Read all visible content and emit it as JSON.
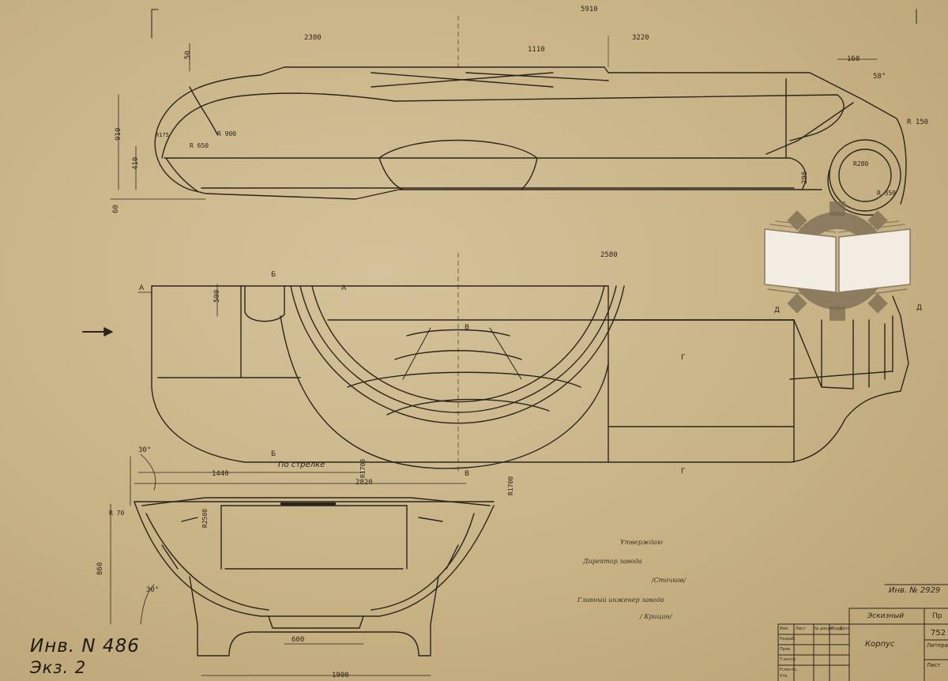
{
  "dimensions": {
    "d5910": "5910",
    "d2380": "2380",
    "d1110": "1110",
    "d3220": "3220",
    "d160": "160",
    "d58deg": "58°",
    "d50": "50",
    "r150": "R 150",
    "d910": "910",
    "d410": "410",
    "r175": "R175",
    "r650": "R 650",
    "r900": "R 900",
    "r280": "R280",
    "r350": "R 350",
    "d296": "296",
    "d60": "60",
    "d2580": "2580",
    "d500": "500",
    "d30a": "30°",
    "d1440": "1440",
    "d2820": "2820",
    "r1700a": "R1700",
    "r1700b": "R1700",
    "r70": "R 70",
    "r2500": "R2500",
    "d860": "860",
    "d30b": "30°",
    "d600": "600",
    "d1900": "1900"
  },
  "section_marks": {
    "a": "A",
    "a2": "A",
    "b": "Б",
    "b2": "Б",
    "v": "В",
    "v2": "В",
    "g": "Г",
    "g2": "Г",
    "d": "Д",
    "d2": "Д"
  },
  "labels": {
    "arrow_view": "По стрелке"
  },
  "approval": {
    "approved": "Утверждаю",
    "director": "Директор завода",
    "director_name": "/Сточков/",
    "chief_engineer": "Главный инженер завода",
    "engineer_name": "/ Крицин/"
  },
  "inventory": {
    "inv_no": "Инв. N 486",
    "copy": "Экз. 2",
    "stamp": "Инв. № 2929"
  },
  "title_block": {
    "sketch_label": "Эскизный",
    "sketch_cont": "Пр",
    "part_name": "Корпус",
    "number": "752",
    "lit": "Литера",
    "sheet": "Лист",
    "col_izm": "Изм.",
    "col_list": "Лист",
    "col_doc": "№ докум.",
    "col_sign": "Подп.",
    "col_date": "Дата",
    "row_develop": "Разраб.",
    "row_check": "Пров.",
    "row_tcontrol": "Т.контр.",
    "row_ncontrol": "Н.контр.",
    "row_approve": "Утв."
  },
  "logo": {
    "type": "book-gear-watermark"
  }
}
